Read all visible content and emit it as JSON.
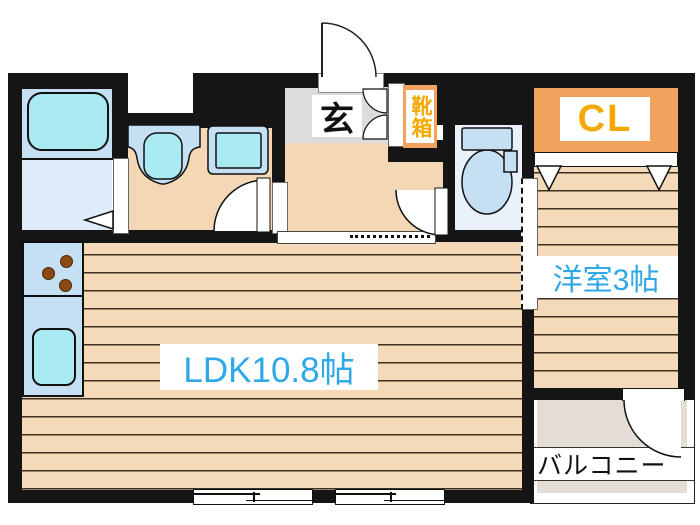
{
  "floorplan": {
    "rooms": {
      "ldk": "LDK10.8帖",
      "western_room": "洋室3帖",
      "closet": "CL",
      "entrance": "玄",
      "shoe_box": "靴箱",
      "balcony": "バルコニー"
    },
    "colors": {
      "wall": "#151515",
      "wood": "#F5DABA",
      "wood_line": "#3E2F23",
      "plain_floor": "#F4D7B5",
      "fixture_blue": "#C5DFF3",
      "water_cyan": "#A9EAF3",
      "bath_floor": "#DEEBF8",
      "toilet_floor": "#E9F1FB",
      "entrance_gray": "#DCDCDC",
      "balcony_gray": "#E3DDD5",
      "closet_orange": "#F0A25F",
      "accent_text_orange": "#F5A900",
      "accent_text_blue": "#2FA8E8"
    }
  }
}
